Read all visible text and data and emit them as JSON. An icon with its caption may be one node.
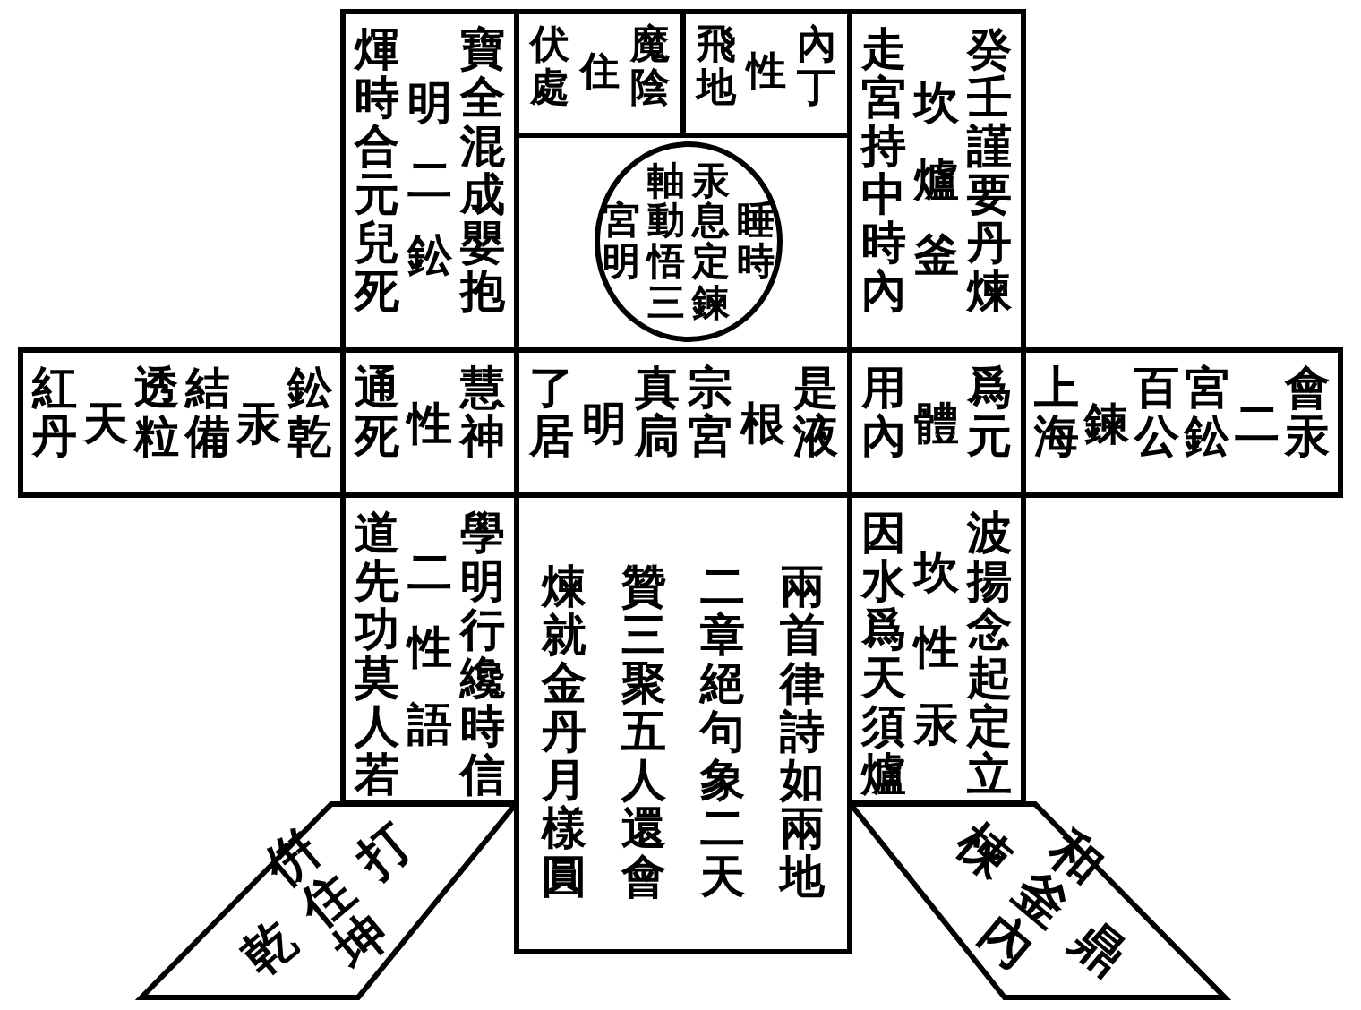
{
  "diagram": {
    "nodes": [
      {
        "text": [
          "煇時合元兒死",
          "明二鈆",
          "寶全混成嬰抱"
        ]
      },
      {
        "text": [
          "伏處",
          "住",
          "魔陰"
        ]
      },
      {
        "text": [
          "飛地",
          "性",
          "內丁"
        ]
      },
      {
        "text": [],
        "shape": "box"
      },
      {
        "text": [
          "宮明",
          "軸動悟三",
          "汞息定鍊",
          "睡時"
        ],
        "in": 3
      },
      {
        "text": [
          "走宮持中時內",
          "坎爐釜",
          "癸壬謹要丹煉"
        ]
      },
      {
        "text": [
          "紅丹",
          "天",
          "透粒",
          "結備",
          "汞",
          "鈆乾"
        ]
      },
      {
        "text": [
          "通死",
          "性",
          "慧神"
        ]
      },
      {
        "text": [
          "了居",
          "明",
          "真扃",
          "宗宮",
          "根",
          "是液"
        ]
      },
      {
        "text": [
          "用內",
          "體",
          "爲元"
        ]
      },
      {
        "text": [
          "上海",
          "鍊",
          "百公",
          "宮鈆",
          "二",
          "會汞"
        ]
      },
      {
        "text": [
          "道先功莫人若",
          "二性語",
          "學明行纔時信"
        ]
      },
      {
        "text": [
          "煉就金丹月樣圓",
          "贊三聚五人還會",
          "二章絕句象二天",
          "兩首律詩如兩地"
        ]
      },
      {
        "text": [
          "因水爲天須爐",
          "坎性汞",
          "波揚念起定立"
        ]
      },
      {
        "text": [
          "乾",
          "倂住坤",
          "打"
        ]
      },
      {
        "text": [
          "楝",
          "和釜內",
          "鼎"
        ]
      }
    ]
  }
}
